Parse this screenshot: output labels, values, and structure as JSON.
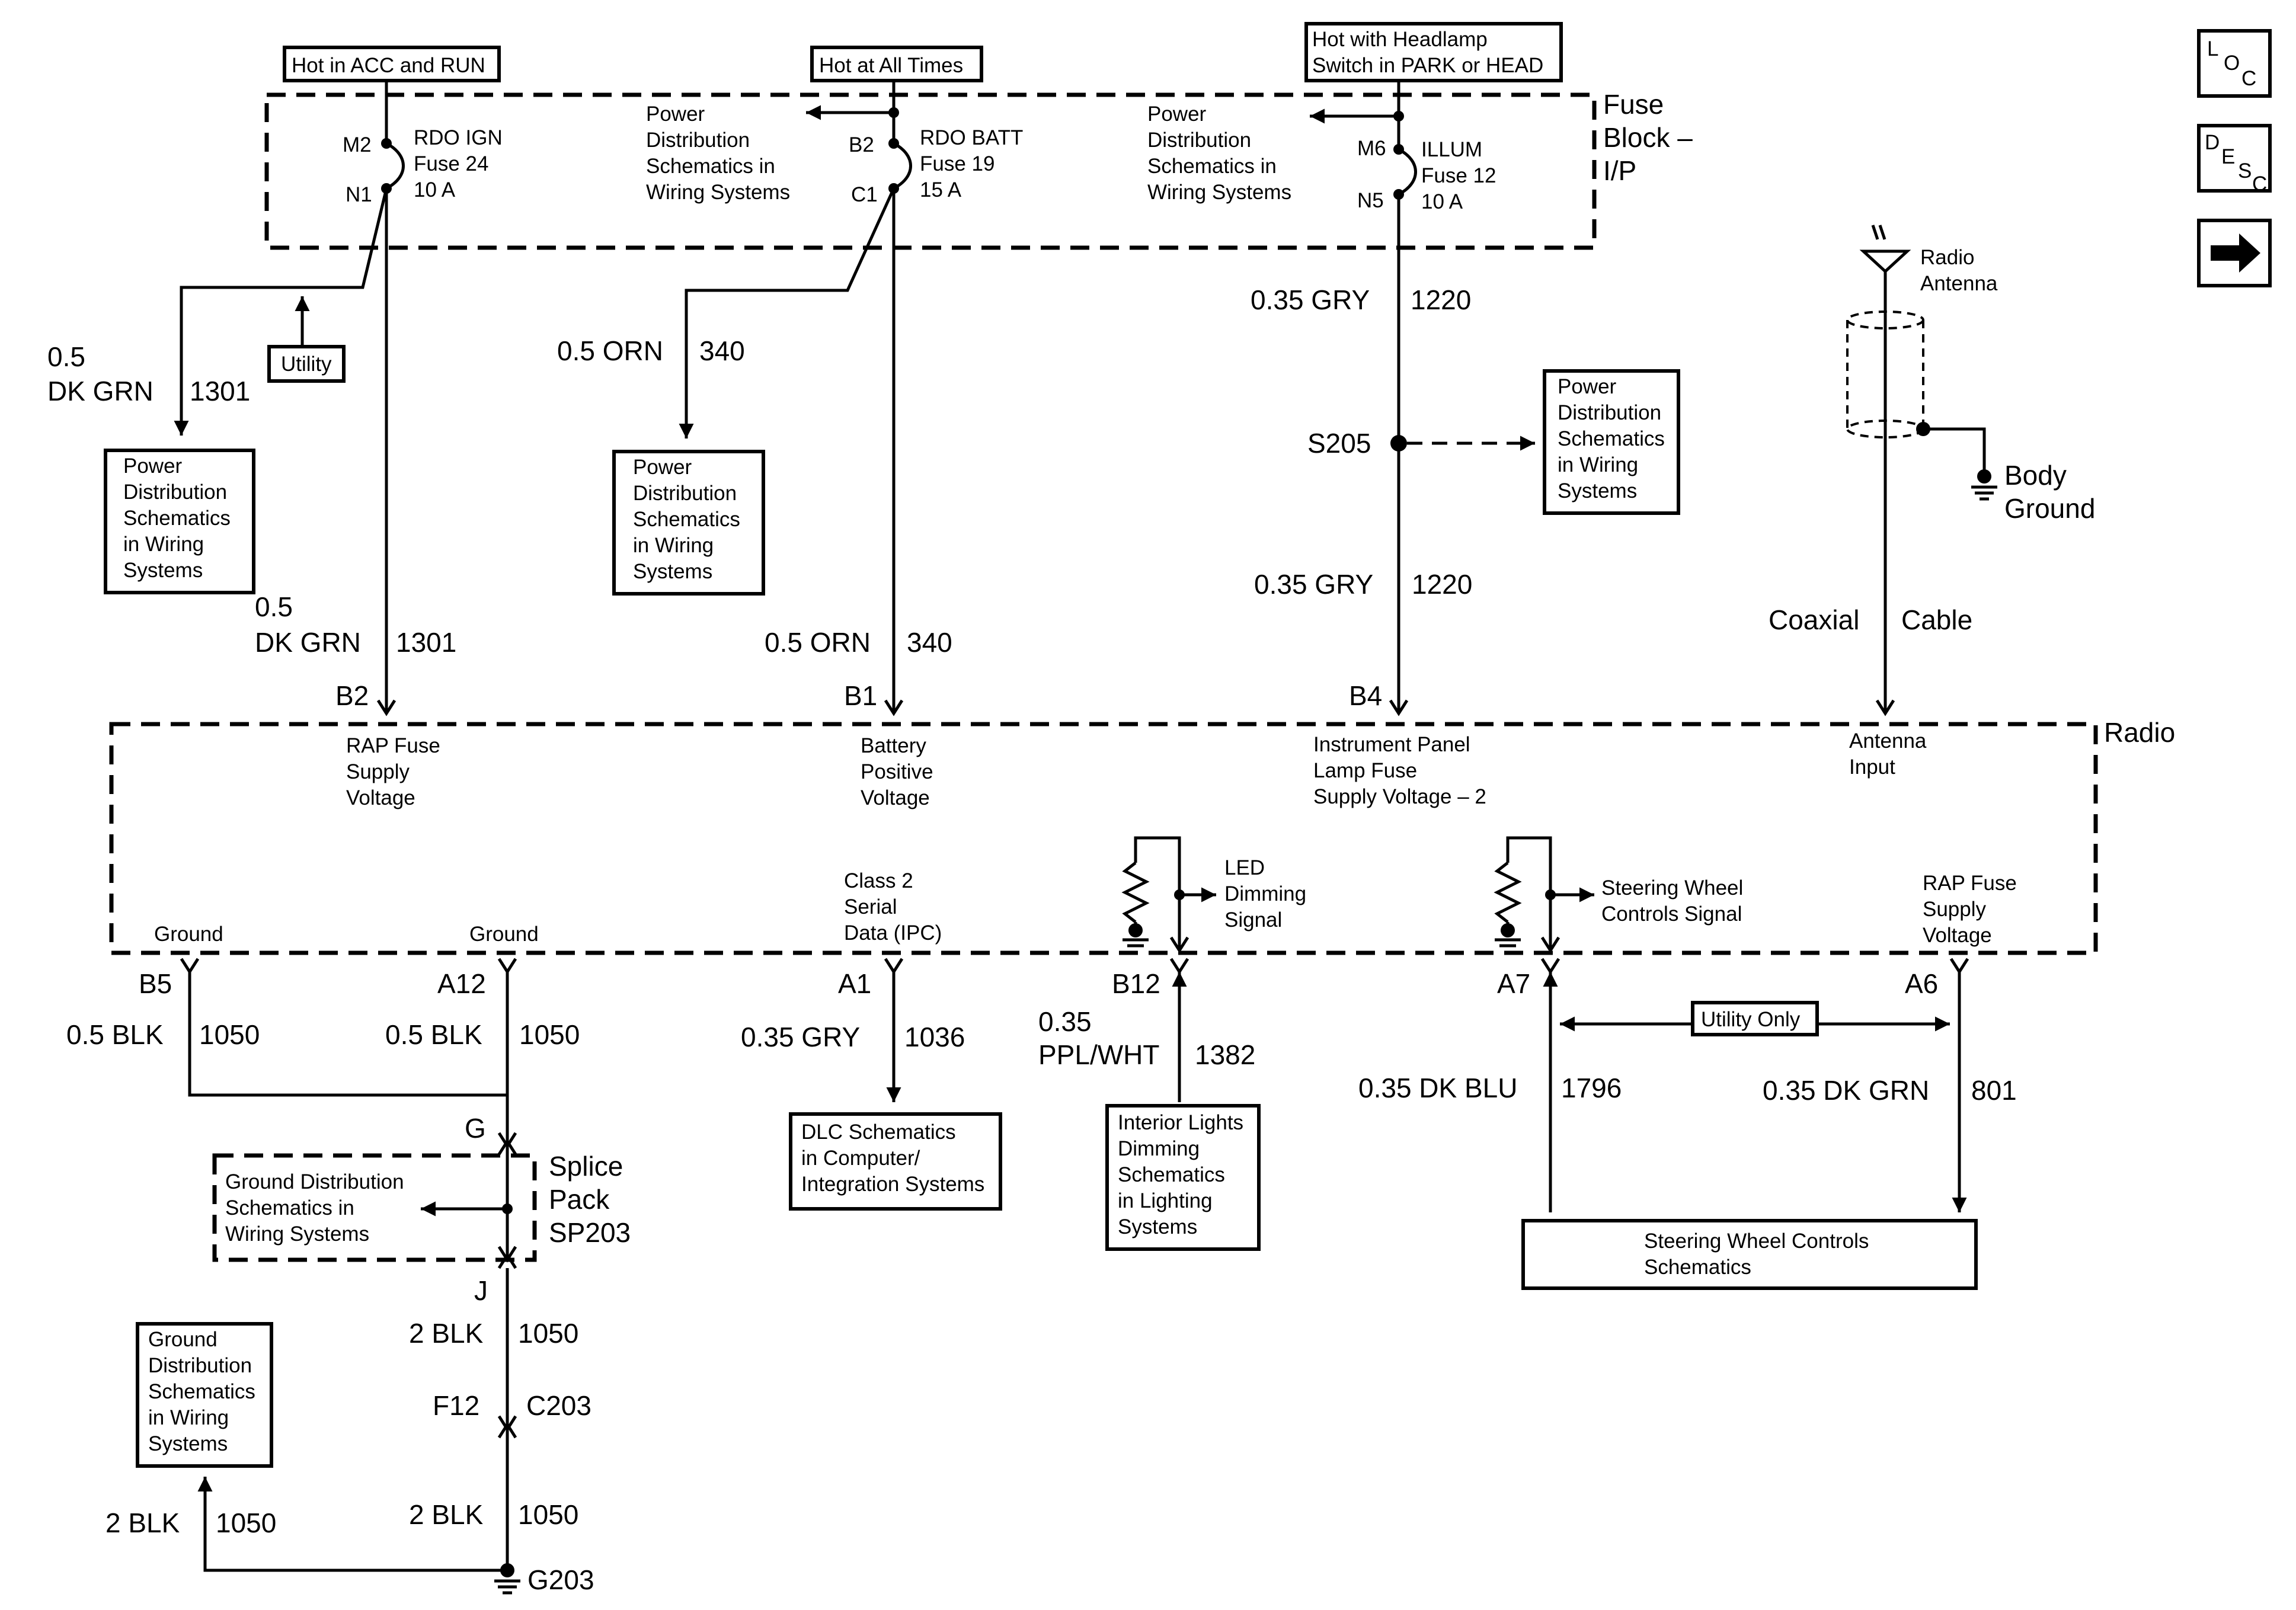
{
  "power_sources": {
    "acc_run": "Hot in ACC and RUN",
    "all_times": "Hot at All Times",
    "headlamp": [
      "Hot with Headlamp",
      "Switch in PARK or HEAD"
    ]
  },
  "fuse_block": {
    "title": [
      "Fuse",
      "Block –",
      "I/P"
    ],
    "rdo_ign": {
      "top_pin": "M2",
      "bottom_pin": "N1",
      "label": [
        "RDO IGN",
        "Fuse 24",
        "10 A"
      ]
    },
    "rdo_batt": {
      "top_pin": "B2",
      "bottom_pin": "C1",
      "label": [
        "RDO BATT",
        "Fuse 19",
        "15 A"
      ]
    },
    "illum": {
      "top_pin": "M6",
      "bottom_pin": "N5",
      "label": [
        "ILLUM",
        "Fuse 12",
        "10 A"
      ]
    },
    "pd_ref_1": [
      "Power",
      "Distribution",
      "Schematics in",
      "Wiring Systems"
    ],
    "pd_ref_2": [
      "Power",
      "Distribution",
      "Schematics in",
      "Wiring Systems"
    ]
  },
  "utility_label": "Utility",
  "pd_box_1": [
    "Power",
    "Distribution",
    "Schematics",
    "in Wiring",
    "Systems"
  ],
  "pd_box_2": [
    "Power",
    "Distribution",
    "Schematics",
    "in Wiring",
    "Systems"
  ],
  "pd_box_3": [
    "Power",
    "Distribution",
    "Schematics",
    "in Wiring",
    "Systems"
  ],
  "wires_upper": {
    "w1301_branch": {
      "size": "0.5",
      "color": "DK GRN",
      "circuit": "1301"
    },
    "w340_branch": {
      "size_color": "0.5 ORN",
      "circuit": "340"
    },
    "w1220_a": {
      "size_color": "0.35 GRY",
      "circuit": "1220"
    },
    "w1220_b": {
      "size_color": "0.35 GRY",
      "circuit": "1220"
    },
    "w1301_main": {
      "size": "0.5",
      "color": "DK GRN",
      "circuit": "1301"
    },
    "w340_main": {
      "size_color": "0.5 ORN",
      "circuit": "340"
    },
    "splice": "S205"
  },
  "antenna": {
    "label": [
      "Radio",
      "Antenna"
    ],
    "ground": [
      "Body",
      "Ground"
    ],
    "cable": [
      "Coaxial",
      "Cable"
    ]
  },
  "radio": {
    "title": "Radio",
    "top_pins": {
      "b2": "B2",
      "b1": "B1",
      "b4": "B4"
    },
    "rap_fuse_supply": [
      "RAP Fuse",
      "Supply",
      "Voltage"
    ],
    "battery_positive": [
      "Battery",
      "Positive",
      "Voltage"
    ],
    "ip_lamp": [
      "Instrument Panel",
      "Lamp Fuse",
      "Supply Voltage – 2"
    ],
    "antenna_input": [
      "Antenna",
      "Input"
    ],
    "ground1": "Ground",
    "ground2": "Ground",
    "class2": [
      "Class 2",
      "Serial",
      "Data (IPC)"
    ],
    "led_dimming": [
      "LED",
      "Dimming",
      "Signal"
    ],
    "swc_signal": [
      "Steering Wheel",
      "Controls Signal"
    ],
    "rap_fuse_supply_2": [
      "RAP Fuse",
      "Supply",
      "Voltage"
    ],
    "bottom_pins": {
      "b5": "B5",
      "a12": "A12",
      "a1": "A1",
      "b12": "B12",
      "a7": "A7",
      "a6": "A6"
    }
  },
  "wires_lower": {
    "w1050_b5": {
      "size_color": "0.5 BLK",
      "circuit": "1050"
    },
    "w1050_a12": {
      "size_color": "0.5 BLK",
      "circuit": "1050"
    },
    "w1036": {
      "size_color": "0.35 GRY",
      "circuit": "1036"
    },
    "w1382": {
      "size": "0.35",
      "color": "PPL/WHT",
      "circuit": "1382"
    },
    "w1796": {
      "size_color": "0.35 DK BLU",
      "circuit": "1796"
    },
    "w801": {
      "size_color": "0.35 DK GRN",
      "circuit": "801"
    },
    "utility_only": "Utility Only"
  },
  "dlc_box": [
    "DLC Schematics",
    "in Computer/",
    "Integration Systems"
  ],
  "interior_box": [
    "Interior Lights",
    "Dimming",
    "Schematics",
    "in Lighting",
    "Systems"
  ],
  "swc_box": [
    "Steering Wheel Controls",
    "Schematics"
  ],
  "ground_dist_1": [
    "Ground Distribution",
    "Schematics in",
    "Wiring Systems"
  ],
  "ground_dist_2": [
    "Ground",
    "Distribution",
    "Schematics",
    "in Wiring",
    "Systems"
  ],
  "splice_pack": {
    "in_pin": "G",
    "out_pin": "J",
    "label": [
      "Splice",
      "Pack",
      "SP203"
    ]
  },
  "ground_path": {
    "w2blk_1": {
      "size_color": "2 BLK",
      "circuit": "1050"
    },
    "c203_pin": "F12",
    "c203": "C203",
    "w2blk_2": {
      "size_color": "2 BLK",
      "circuit": "1050"
    },
    "w2blk_3": {
      "size_color": "2 BLK",
      "circuit": "1050"
    },
    "ground_name": "G203"
  },
  "nav": {
    "loc": [
      "L",
      "O",
      "C"
    ],
    "desc": [
      "D",
      "E",
      "S",
      "C"
    ],
    "next_icon": "right-arrow-icon"
  }
}
